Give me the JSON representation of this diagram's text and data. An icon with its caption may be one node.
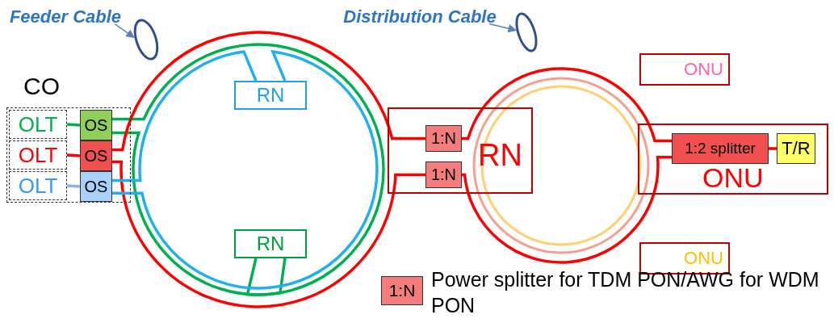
{
  "diagram": {
    "nodes": [
      {
        "text": [
          "CO"
        ]
      },
      {
        "text": [
          "OLT"
        ],
        "in": 0
      },
      {
        "text": [
          "OLT"
        ],
        "in": 0
      },
      {
        "text": [
          "OLT"
        ],
        "in": 0
      },
      {
        "text": [
          "OS"
        ],
        "in": 0
      },
      {
        "text": [
          "OS"
        ],
        "in": 0
      },
      {
        "text": [
          "OS"
        ],
        "in": 0
      },
      {
        "text": [
          "RN"
        ]
      },
      {
        "text": [
          "RN"
        ]
      },
      {
        "text": [
          "RN"
        ]
      },
      {
        "text": [
          "1:N"
        ],
        "in": 9
      },
      {
        "text": [
          "1:N"
        ],
        "in": 9
      },
      {
        "text": [
          "ONU"
        ]
      },
      {
        "text": [
          "ONU"
        ]
      },
      {
        "text": [
          "1:2 splitter"
        ],
        "in": 13
      },
      {
        "text": [
          "T/R"
        ],
        "in": 13
      },
      {
        "text": [
          "ONU"
        ]
      },
      {
        "text": [
          "Feeder Cable"
        ]
      },
      {
        "text": [],
        "shape": "ellipse"
      },
      {
        "text": [
          "Distribution Cable"
        ]
      },
      {
        "text": [],
        "shape": "ellipse"
      }
    ],
    "edges": [
      {
        "from": 1,
        "to": 4,
        "arrow": "none",
        "color": "#00b050"
      },
      {
        "from": 2,
        "to": 5,
        "arrow": "none"
      },
      {
        "from": 3,
        "to": 6,
        "arrow": "none",
        "color": "#8fb4e0"
      },
      {
        "from": 4,
        "to": 8,
        "arrow": "none",
        "color": "#00b050"
      },
      {
        "from": 4,
        "to": 8,
        "arrow": "none",
        "color": "#00b050"
      },
      {
        "from": 5,
        "to": 10,
        "arrow": "none"
      },
      {
        "from": 5,
        "to": 11,
        "arrow": "none"
      },
      {
        "from": 6,
        "to": 7,
        "arrow": "none",
        "color": "#1fb0f0"
      },
      {
        "from": 6,
        "to": 7,
        "arrow": "none",
        "color": "#1fb0f0"
      },
      {
        "from": 10,
        "to": 14,
        "arrow": "none"
      },
      {
        "from": 11,
        "to": 14,
        "arrow": "none"
      },
      {
        "from": 14,
        "to": 15,
        "arrow": "none"
      },
      {
        "from": 17,
        "to": 18,
        "arrow": "to",
        "color": "#5a7fbf"
      },
      {
        "from": 19,
        "to": 20,
        "arrow": "to",
        "color": "#5a7fbf"
      }
    ],
    "labels": [
      "1:N"
    ],
    "legend": [
      {
        "text": "Power splitter for TDM PON/AWG for WDM PON",
        "color": "#f47c7c"
      }
    ]
  }
}
